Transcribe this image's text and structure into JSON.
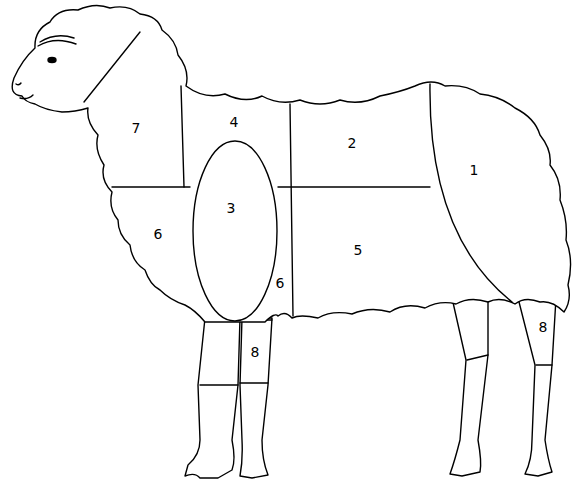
{
  "diagram": {
    "labels": [
      "4",
      "7",
      "2",
      "1",
      "3",
      "6",
      "5",
      "6",
      "8",
      "8"
    ]
  }
}
